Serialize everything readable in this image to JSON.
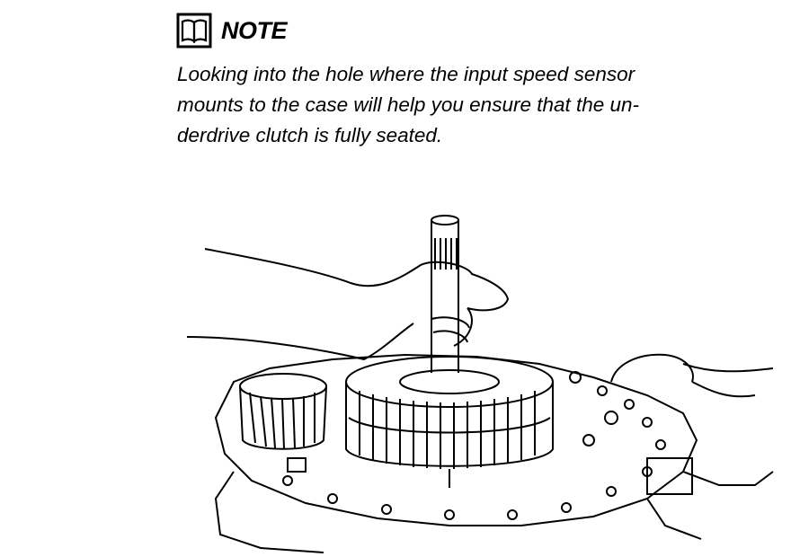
{
  "note": {
    "icon": "book-icon",
    "title": "NOTE",
    "lines": [
      "Looking into the hole where the input speed sensor",
      "mounts to the case will help you ensure that the un-",
      "derdrive clutch is fully seated."
    ]
  }
}
